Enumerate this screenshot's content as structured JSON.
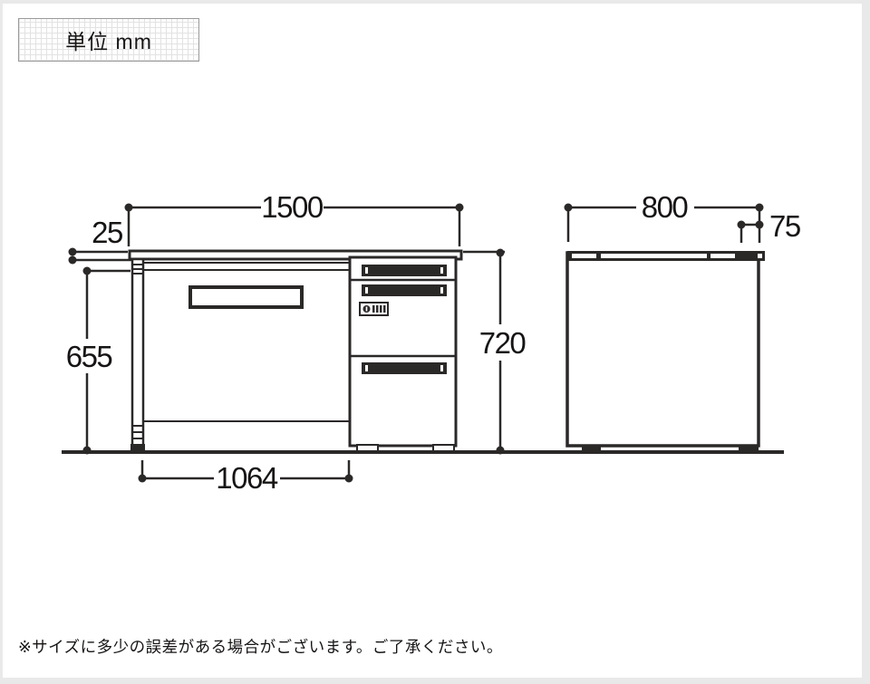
{
  "unit_box": {
    "label": "単位 mm"
  },
  "dimensions": {
    "front": {
      "width": "1500",
      "top_thickness": "25",
      "under_clearance": "655",
      "height": "720",
      "knee_space_width": "1064"
    },
    "side": {
      "depth": "800",
      "rear_top_edge": "75"
    }
  },
  "footnote": "※サイズに多少の誤差がある場合がございます。ご了承ください。",
  "colors": {
    "line": "#2b2828",
    "ink": "#171414",
    "edge": "#e9e9e9",
    "grid": "#e2e2e2"
  }
}
